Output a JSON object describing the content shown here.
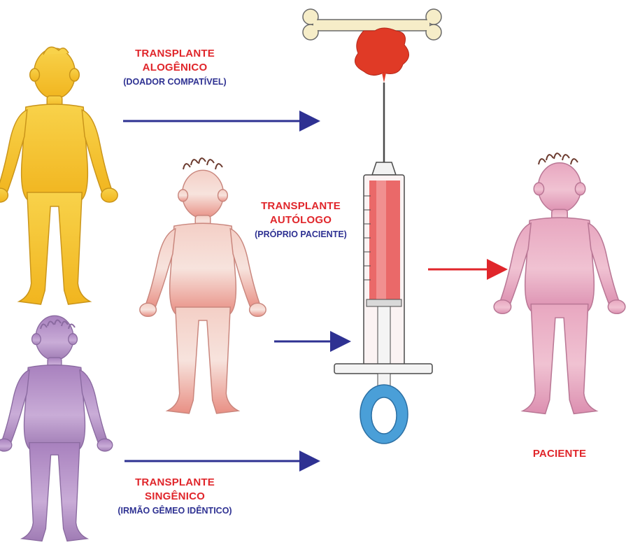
{
  "labels": {
    "alogenico": {
      "line1": "TRANSPLANTE",
      "line2": "ALOGÊNICO",
      "sub": "(DOADOR COMPATÍVEL)"
    },
    "autologo": {
      "line1": "TRANSPLANTE",
      "line2": "AUTÓLOGO",
      "sub": "(PRÓPRIO PACIENTE)"
    },
    "singenico": {
      "line1": "TRANSPLANTE",
      "line2": "SINGÊNICO",
      "sub": "(IRMÃO GÊMEO IDÊNTICO)"
    },
    "paciente": "PACIENTE"
  },
  "colors": {
    "title_red": "#e0262b",
    "sub_blue": "#2e3192",
    "arrow_blue": "#2e3192",
    "arrow_red": "#e0262b",
    "donor_yellow": "#f6c935",
    "twin_purple": "#b48cc6",
    "autologous_skin": "#f2c2bb",
    "patient_pink": "#e8a6bf",
    "bone": "#f6edc8",
    "marrow_red": "#e03a26",
    "syringe_plunger": "#e85a5a",
    "syringe_ring": "#4a9fd8"
  },
  "icons": [
    "bone-icon",
    "syringe-icon"
  ]
}
